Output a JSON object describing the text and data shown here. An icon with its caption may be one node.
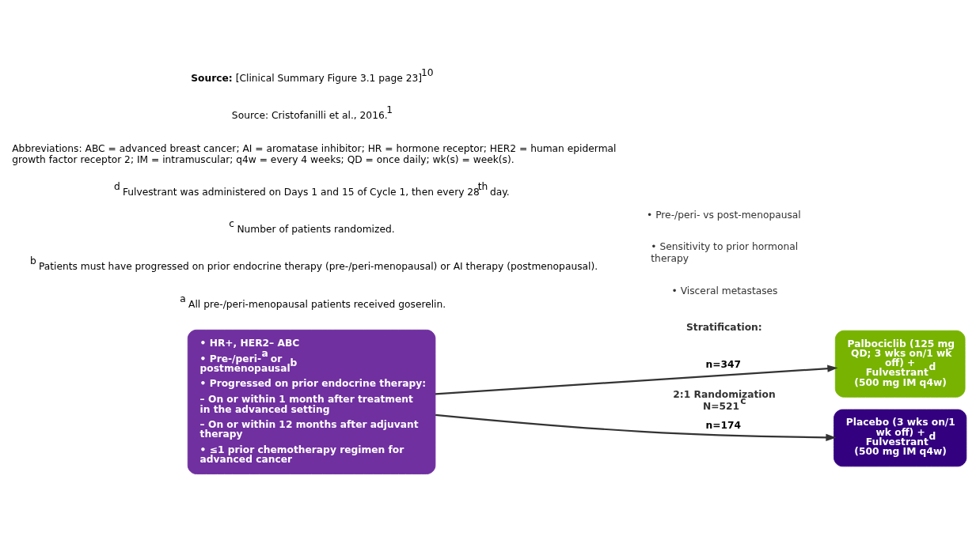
{
  "diagram": {
    "nodes": [
      {
        "text": [
          "• HR+, HER2– ABC",
          "• Pre-/peri-$^{a}$ or postmenopausal$^{b}$",
          "• Progressed on prior endocrine therapy:",
          "– On or within 1 month after treatment in the advanced setting",
          "– On or within 12 months after adjuvant therapy",
          "• ≤1 prior chemotherapy regimen for advanced cancer"
        ]
      },
      {
        "text": [
          "Palbociclib (125 mg QD; 3 wks on/1 wk off) + Fulvestrant$^{d}$ (500 mg IM q4w)"
        ]
      },
      {
        "text": [
          "Placebo (3 wks on/1 wk off) + Fulvestrant$^{d}$ (500 mg IM q4w)"
        ]
      }
    ],
    "edges": [
      {
        "from": 0,
        "to": 1,
        "arrow": "to",
        "label": "n=347"
      },
      {
        "from": 0,
        "to": 2,
        "arrow": "to",
        "label": "n=174"
      }
    ],
    "labels": [
      "2:1 Randomization N=521$^{c}$",
      "Stratification:",
      "• Visceral metastases",
      "• Sensitivity to prior hormonal therapy",
      "• Pre-/peri- vs post-menopausal",
      "$^{a}$ All pre-/peri-menopausal patients received goserelin.",
      "$^{b}$ Patients must have progressed on prior endocrine therapy (pre-/peri-menopausal) or AI therapy (postmenopausal).",
      "$^{c}$ Number of patients randomized.",
      "$^{d}$ Fulvestrant was administered on Days 1 and 15 of Cycle 1, then every 28$^{th}$ day.",
      "Abbreviations: ABC = advanced breast cancer; AI = aromatase inhibitor; HR = hormone receptor; HER2 = human epidermal growth factor receptor 2; IM = intramuscular; q4w = every 4 weeks; QD = once daily; wk(s) = week(s).",
      "Source: Cristofanilli et al., 2016.$^{1}$",
      "**Source:** [Clinical Summary Figure 3.1 page 23]$^{10}$"
    ]
  }
}
